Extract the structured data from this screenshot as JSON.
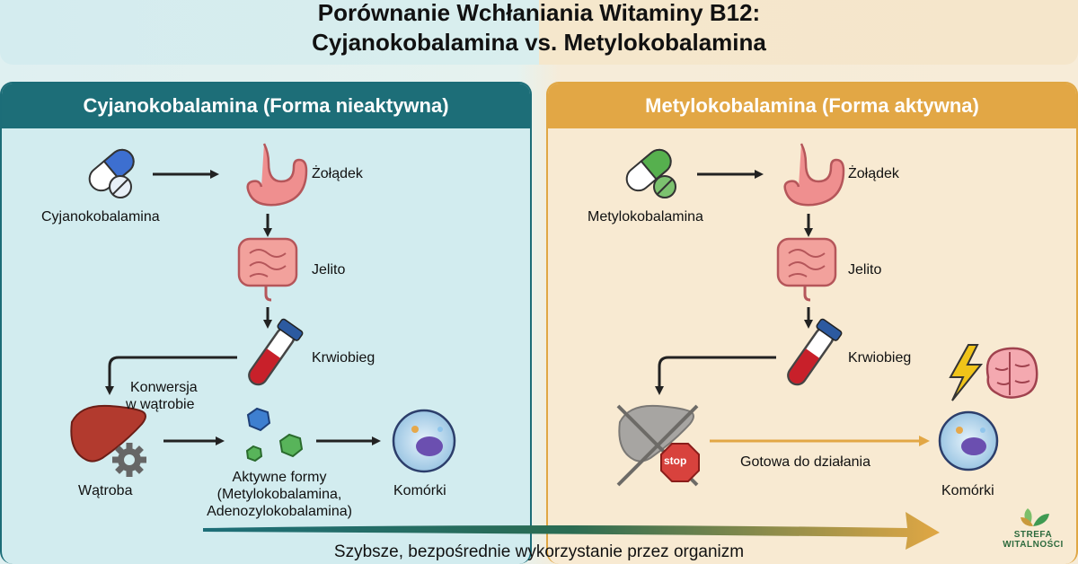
{
  "title": {
    "line1": "Porównanie Wchłaniania Witaminy B12:",
    "line2": "Cyjanokobalamina vs. Metylokobalamina"
  },
  "left_panel": {
    "header": "Cyjanokobalamina (Forma nieaktywna)",
    "supplement_label": "Cyjanokobalamina",
    "stomach_label": "Żołądek",
    "intestine_label": "Jelito",
    "blood_label": "Krwiobieg",
    "conversion_line1": "Konwersja",
    "conversion_line2": "w wątrobie",
    "liver_label": "Wątroba",
    "active_forms_line1": "Aktywne formy",
    "active_forms_line2": "(Metylokobalamina,",
    "active_forms_line3": "Adenozylokobalamina)",
    "cells_label": "Komórki"
  },
  "right_panel": {
    "header": "Metylokobalamina (Forma aktywna)",
    "supplement_label": "Metylokobalamina",
    "stomach_label": "Żołądek",
    "intestine_label": "Jelito",
    "blood_label": "Krwiobieg",
    "stop_sign": "stop",
    "ready_label": "Gotowa do działania",
    "cells_label": "Komórki"
  },
  "footer": "Szybsze, bezpośrednie wykorzystanie przez organizm",
  "logo": {
    "line1": "STREFA",
    "line2": "WITALNOŚCI"
  },
  "colors": {
    "left_accent": "#1d6e78",
    "right_accent": "#e2a745",
    "capsule_left": "#3d6fd0",
    "capsule_right": "#56b04e",
    "organ": "#ef8f8f",
    "blood": "#c8202a"
  },
  "icons": [
    "capsule-icon",
    "stomach-icon",
    "intestine-icon",
    "blood-tube-icon",
    "liver-icon",
    "gear-icon",
    "molecule-icon",
    "cell-icon",
    "stop-sign-icon",
    "lightning-icon",
    "brain-icon",
    "leaf-logo-icon"
  ]
}
